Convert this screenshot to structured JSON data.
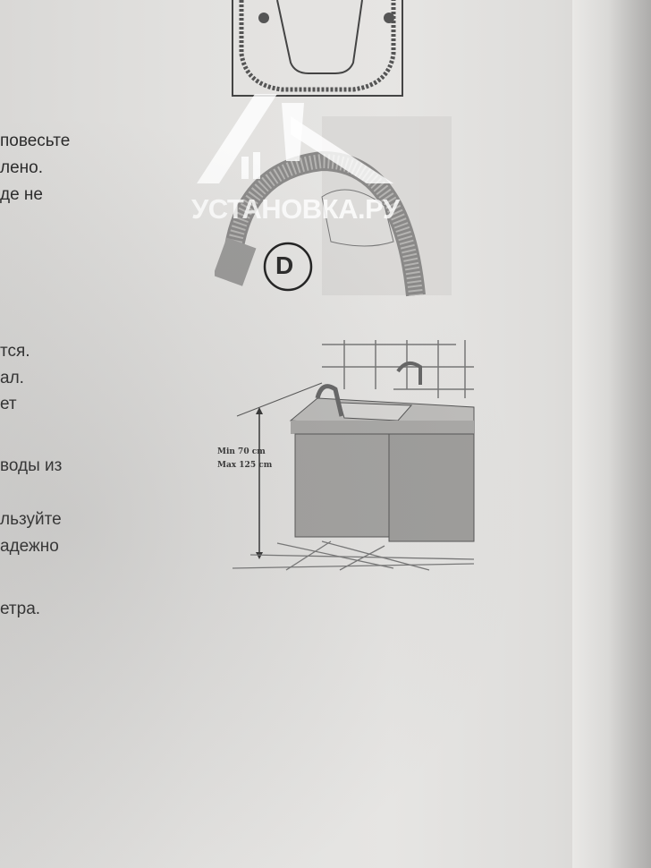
{
  "text_lines": [
    "повесьте",
    "лено.",
    "де не",
    "тся.",
    "ал.",
    "ет",
    "воды из",
    "льзуйте",
    "адежно",
    "етра."
  ],
  "figure_d": {
    "label": "D"
  },
  "sink_figure": {
    "min_label": "Min   70 cm",
    "max_label": "Max 125 cm"
  },
  "watermark": {
    "text": "УСТАНОВКА.РУ"
  }
}
